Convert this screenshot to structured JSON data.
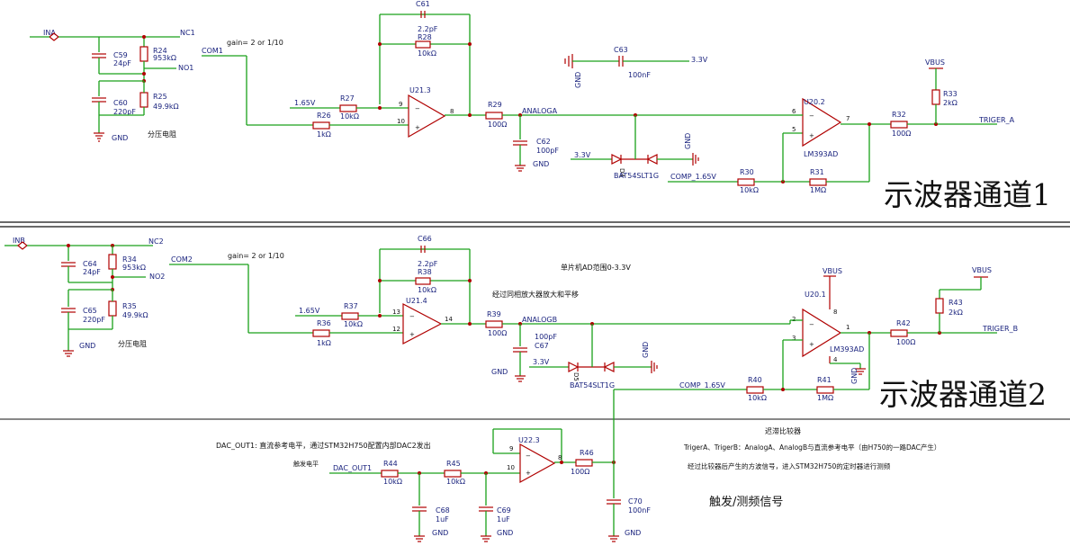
{
  "ch1": {
    "net_ina": "INA",
    "net_nc1": "NC1",
    "net_no1": "NO1",
    "net_com1": "COM1",
    "gain": "gain= 2 or 1/10",
    "c59": "C59",
    "c59_v": "24pF",
    "r24": "R24",
    "r24_v": "953kΩ",
    "c60": "C60",
    "c60_v": "220pF",
    "r25": "R25",
    "r25_v": "49.9kΩ",
    "gnd1": "GND",
    "divider": "分压电阻",
    "c61": "C61",
    "c61_v": "2.2pF",
    "r28": "R28",
    "r28_v": "10kΩ",
    "v165": "1.65V",
    "r27": "R27",
    "r27_v": "10kΩ",
    "r26": "R26",
    "r26_v": "1kΩ",
    "u21_3": "U21.3",
    "pin9": "9",
    "pin10": "10",
    "pin8": "8",
    "r29": "R29",
    "r29_v": "100Ω",
    "net_analoga": "ANALOGA",
    "c62": "C62",
    "c62_v": "100pF",
    "gnd2": "GND",
    "c63": "C63",
    "c63_v": "100nF",
    "gnd_c63": "GND",
    "v33_c63": "3.3V",
    "v33": "3.3V",
    "diode": "BAT54SLT1G",
    "d4": "D4",
    "gnd_d": "GND",
    "com165": "COMP_1.65V",
    "r30": "R30",
    "r30_v": "10kΩ",
    "r31": "R31",
    "r31_v": "1MΩ",
    "u20_2": "U20.2",
    "lm393": "LM393AD",
    "pin6": "6",
    "pin5": "5",
    "pin7": "7",
    "vbus": "VBUS",
    "r33": "R33",
    "r33_v": "2kΩ",
    "r32": "R32",
    "r32_v": "100Ω",
    "triger": "TRIGER_A",
    "title": "示波器通道1"
  },
  "ch2": {
    "net_inb": "INB",
    "net_nc2": "NC2",
    "net_no2": "NO2",
    "net_com2": "COM2",
    "gain": "gain= 2 or 1/10",
    "c64": "C64",
    "c64_v": "24pF",
    "r34": "R34",
    "r34_v": "953kΩ",
    "c65": "C65",
    "c65_v": "220pF",
    "r35": "R35",
    "r35_v": "49.9kΩ",
    "gnd1": "GND",
    "divider": "分压电阻",
    "c66": "C66",
    "c66_v": "2.2pF",
    "r38": "R38",
    "r38_v": "10kΩ",
    "mcu_range": "单片机AD范围0-3.3V",
    "note_amp": "经过同相放大器放大和平移",
    "v165": "1.65V",
    "r37": "R37",
    "r37_v": "10kΩ",
    "r36": "R36",
    "r36_v": "1kΩ",
    "u21_4": "U21.4",
    "pin13": "13",
    "pin12": "12",
    "pin14": "14",
    "r39": "R39",
    "r39_v": "100Ω",
    "net_analogb": "ANALOGB",
    "c67": "C67",
    "c67_v": "100pF",
    "gnd2": "GND",
    "v33": "3.3V",
    "diode": "BAT54SLT1G",
    "d5": "D5",
    "gnd_d": "GND",
    "vbus1": "VBUS",
    "u20_1": "U20.1",
    "lm393": "LM393AD",
    "pin2": "2",
    "pin3": "3",
    "pin1": "1",
    "pin8": "8",
    "pin4": "4",
    "gnd_u": "GND",
    "com165": "COMP_1.65V",
    "r40": "R40",
    "r40_v": "10kΩ",
    "r41": "R41",
    "r41_v": "1MΩ",
    "vbus2": "VBUS",
    "r43": "R43",
    "r43_v": "2kΩ",
    "r42": "R42",
    "r42_v": "100Ω",
    "triger": "TRIGER_B",
    "title": "示波器通道2"
  },
  "trig": {
    "dac_note": "DAC_OUT1: 直流参考电平，通过STM32H750配置内部DAC2发出",
    "trig_level": "触发电平",
    "net_dac": "DAC_OUT1",
    "r44": "R44",
    "r44_v": "10kΩ",
    "r45": "R45",
    "r45_v": "10kΩ",
    "c68": "C68",
    "c68_v": "1uF",
    "c69": "C69",
    "c69_v": "1uF",
    "gnd_a": "GND",
    "gnd_b": "GND",
    "gnd_c": "GND",
    "u22_3": "U22.3",
    "pin9": "9",
    "pin10": "10",
    "pin8": "8",
    "r46": "R46",
    "r46_v": "100Ω",
    "c70": "C70",
    "c70_v": "100nF",
    "hyst": "迟滞比较器",
    "desc1": "TrigerA、TrigerB：AnalogA、AnalogB与直流参考电平（由H750的一路DAC产生）",
    "desc2": "经过比较器后产生的方波信号，进入STM32H750的定时器进行测频",
    "title": "触发/测频信号"
  }
}
